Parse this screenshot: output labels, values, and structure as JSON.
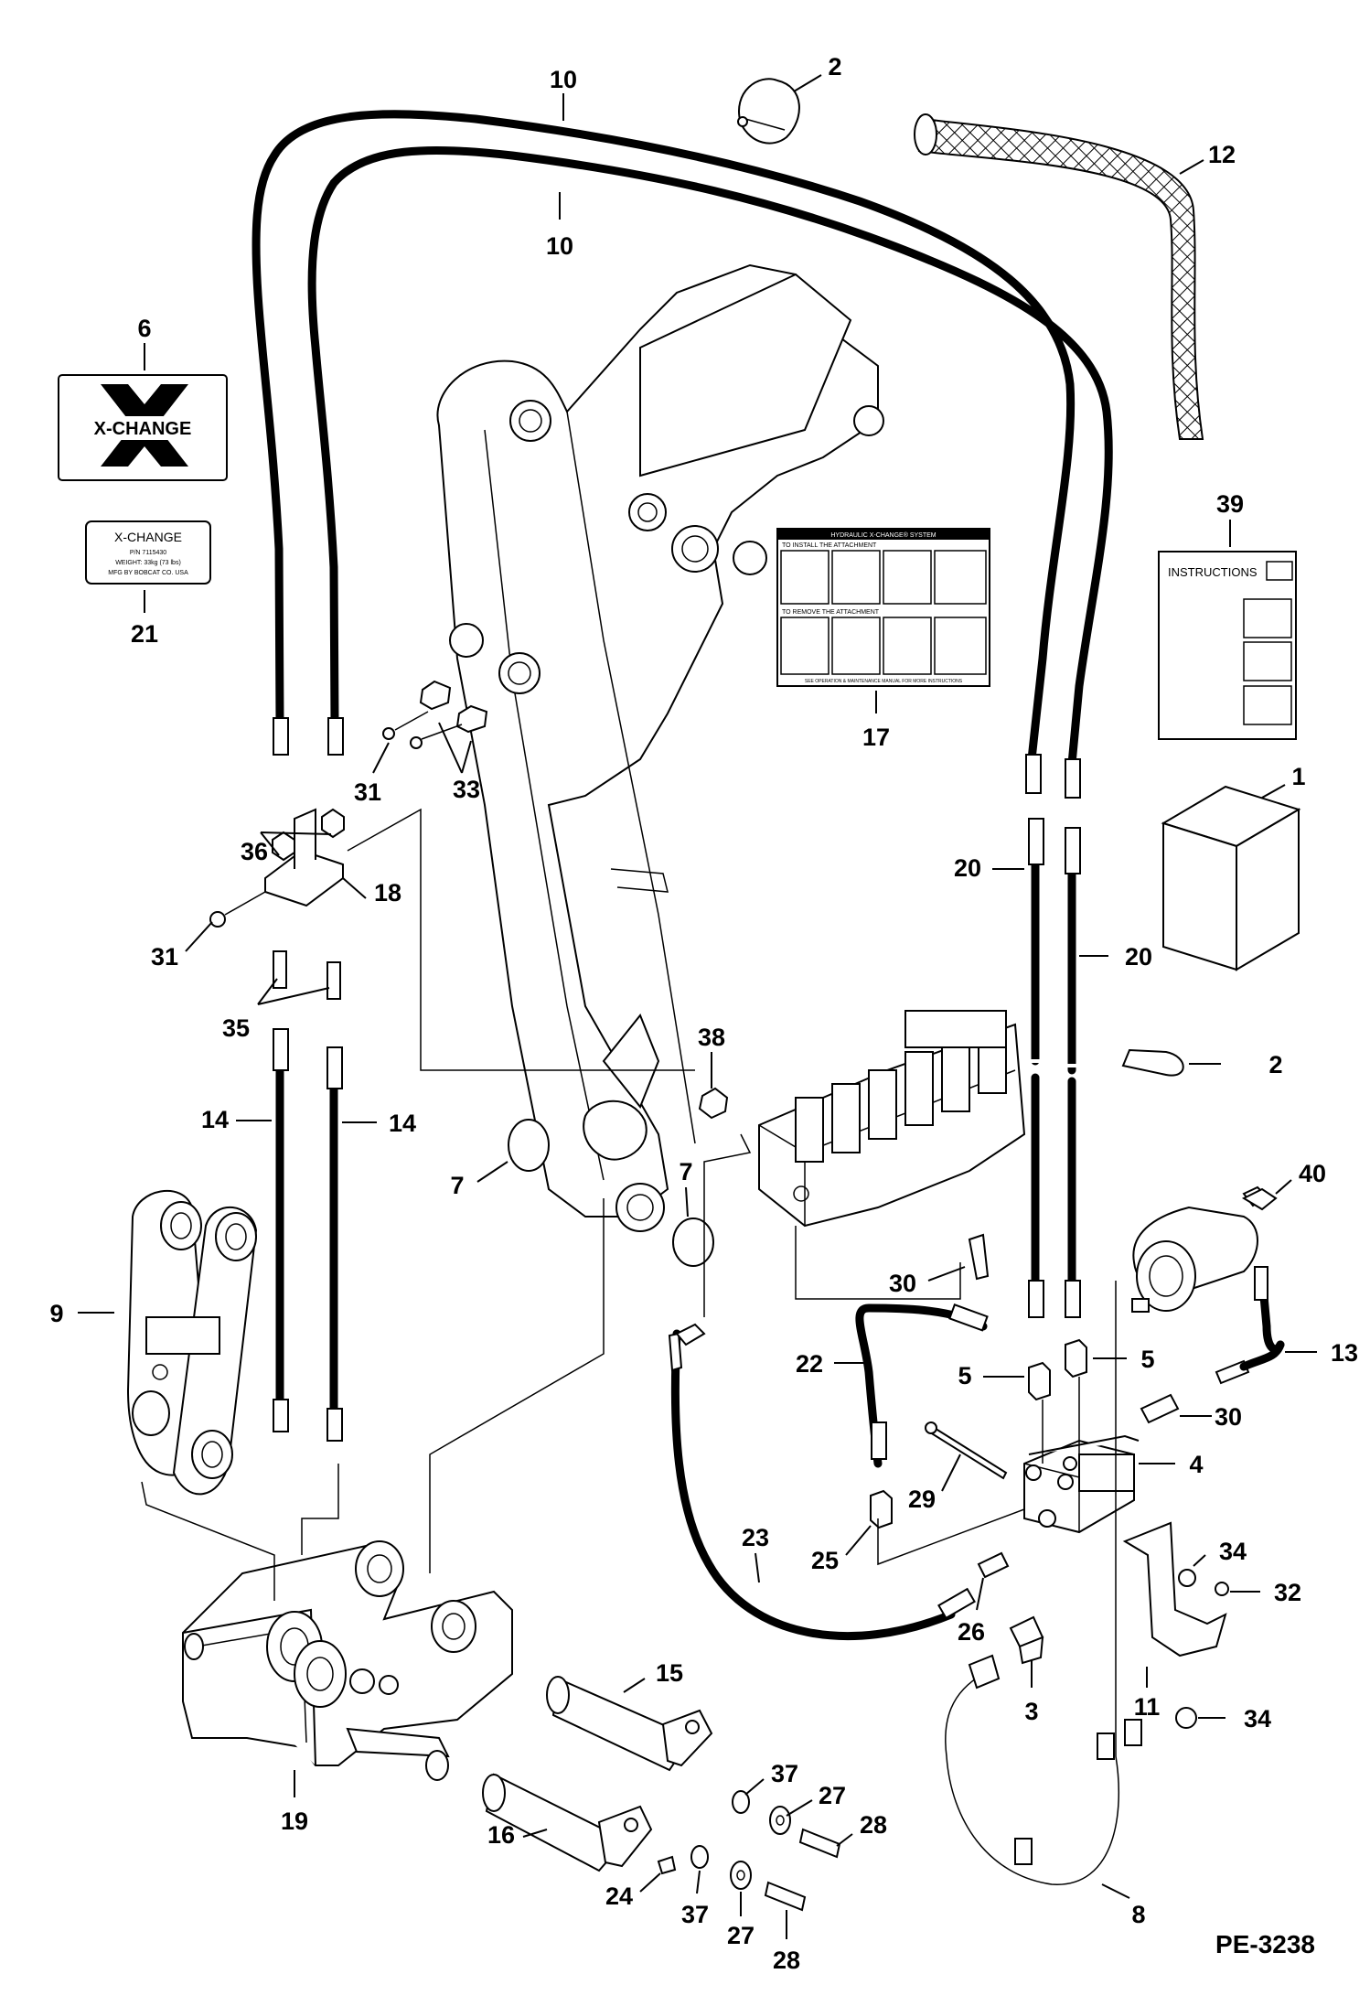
{
  "drawing_id": "PE-3238",
  "decal_logo": {
    "text": "X-CHANGE"
  },
  "decal_label": {
    "title": "X-CHANGE",
    "line1": "P/N 7115430",
    "line2": "WEIGHT: 33kg (73 lbs)",
    "line3": "MFG BY BOBCAT CO. USA"
  },
  "instructions_sheet": {
    "title": "INSTRUCTIONS"
  },
  "system_decal": {
    "title": "HYDRAULIC X-CHANGE® SYSTEM",
    "section1": "TO INSTALL THE ATTACHMENT",
    "section2": "TO REMOVE THE ATTACHMENT",
    "footer": "SEE OPERATION & MAINTENANCE MANUAL FOR MORE INSTRUCTIONS"
  },
  "callouts": {
    "c1": "1",
    "c2a": "2",
    "c2b": "2",
    "c3": "3",
    "c4": "4",
    "c5a": "5",
    "c5b": "5",
    "c6": "6",
    "c7a": "7",
    "c7b": "7",
    "c8": "8",
    "c9": "9",
    "c10a": "10",
    "c10b": "10",
    "c11": "11",
    "c12": "12",
    "c13": "13",
    "c14a": "14",
    "c14b": "14",
    "c15": "15",
    "c16": "16",
    "c17": "17",
    "c18": "18",
    "c19": "19",
    "c20a": "20",
    "c20b": "20",
    "c21": "21",
    "c22": "22",
    "c23": "23",
    "c24": "24",
    "c25": "25",
    "c26": "26",
    "c27a": "27",
    "c27b": "27",
    "c28a": "28",
    "c28b": "28",
    "c29": "29",
    "c30a": "30",
    "c30b": "30",
    "c31a": "31",
    "c31b": "31",
    "c32": "32",
    "c33": "33",
    "c34a": "34",
    "c34b": "34",
    "c35": "35",
    "c36": "36",
    "c37a": "37",
    "c37b": "37",
    "c38": "38",
    "c39": "39",
    "c40": "40"
  }
}
